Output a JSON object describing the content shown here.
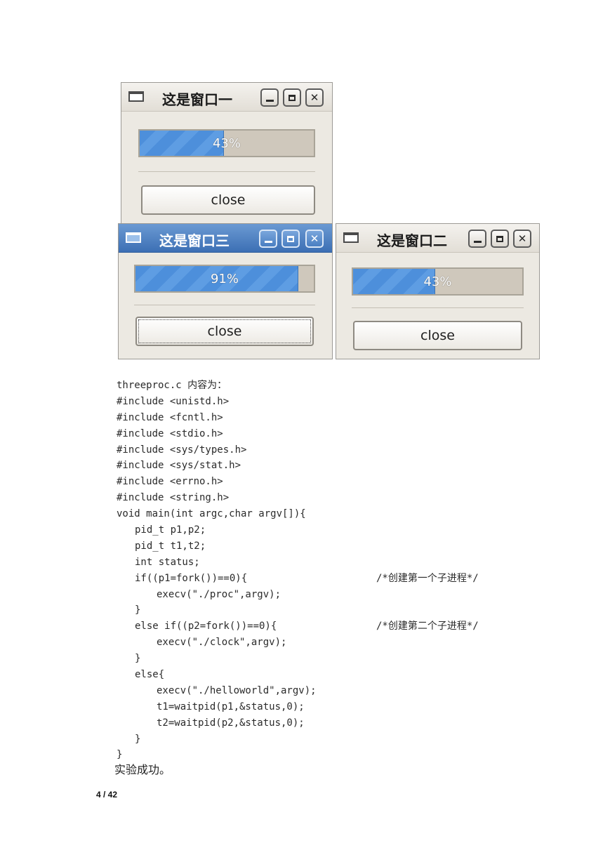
{
  "windows": [
    {
      "title": "这是窗口一",
      "progress_text": "43%",
      "progress_value": 0.48,
      "button": "close",
      "active": false
    },
    {
      "title": "这是窗口三",
      "progress_text": "91%",
      "progress_value": 0.91,
      "button": "close",
      "active": true
    },
    {
      "title": "这是窗口二",
      "progress_text": "43%",
      "progress_value": 0.48,
      "button": "close",
      "active": false
    }
  ],
  "doc": {
    "intro": "threeproc.c 内容为：",
    "code": [
      {
        "text": "#include <unistd.h>",
        "comment": ""
      },
      {
        "text": "#include <fcntl.h>",
        "comment": ""
      },
      {
        "text": "#include <stdio.h>",
        "comment": ""
      },
      {
        "text": "#include <sys/types.h>",
        "comment": ""
      },
      {
        "text": "#include <sys/stat.h>",
        "comment": ""
      },
      {
        "text": "#include <errno.h>",
        "comment": ""
      },
      {
        "text": "#include <string.h>",
        "comment": ""
      },
      {
        "text": "void main(int argc,char argv[]){",
        "comment": ""
      },
      {
        "text": "pid_t p1,p2;",
        "comment": ""
      },
      {
        "text": "pid_t t1,t2;",
        "comment": ""
      },
      {
        "text": "int status;",
        "comment": ""
      },
      {
        "text": "if((p1=fork())==0){",
        "comment": "/*创建第一个子进程*/"
      },
      {
        "text": "execv(\"./proc\",argv);",
        "comment": ""
      },
      {
        "text": "}",
        "comment": ""
      },
      {
        "text": "else if((p2=fork())==0){",
        "comment": "/*创建第二个子进程*/"
      },
      {
        "text": "execv(\"./clock\",argv);",
        "comment": ""
      },
      {
        "text": "}",
        "comment": ""
      },
      {
        "text": "else{",
        "comment": ""
      },
      {
        "text": "execv(\"./helloworld\",argv);",
        "comment": ""
      },
      {
        "text": "t1=waitpid(p1,&status,0);",
        "comment": ""
      },
      {
        "text": "t2=waitpid(p2,&status,0);",
        "comment": ""
      },
      {
        "text": "}",
        "comment": ""
      },
      {
        "text": "}",
        "comment": ""
      }
    ],
    "result": "实验成功。",
    "page_number": "4 / 42"
  }
}
